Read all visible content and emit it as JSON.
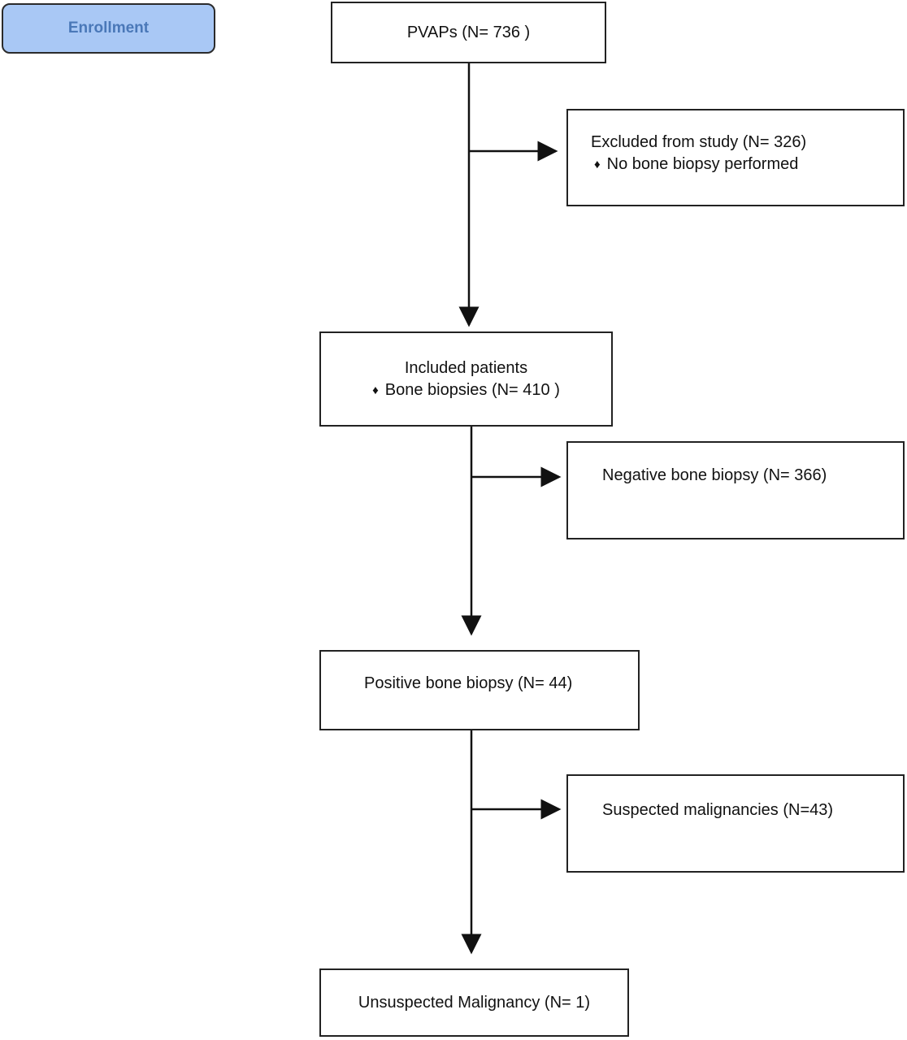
{
  "stage_label": "Enrollment",
  "bullet_glyph": "♦",
  "boxes": {
    "total": {
      "text": "PVAPs (N= 736 )"
    },
    "excluded": {
      "title": "Excluded from study (N= 326)",
      "item": "No bone biopsy performed"
    },
    "included": {
      "title": "Included patients",
      "item": "Bone biopsies (N= 410 )"
    },
    "negative": {
      "text": "Negative bone biopsy (N= 366)"
    },
    "positive": {
      "text": "Positive bone biopsy (N= 44)"
    },
    "suspected": {
      "text": "Suspected malignancies (N=43)"
    },
    "unsuspected": {
      "text": "Unsuspected Malignancy (N= 1)"
    }
  }
}
